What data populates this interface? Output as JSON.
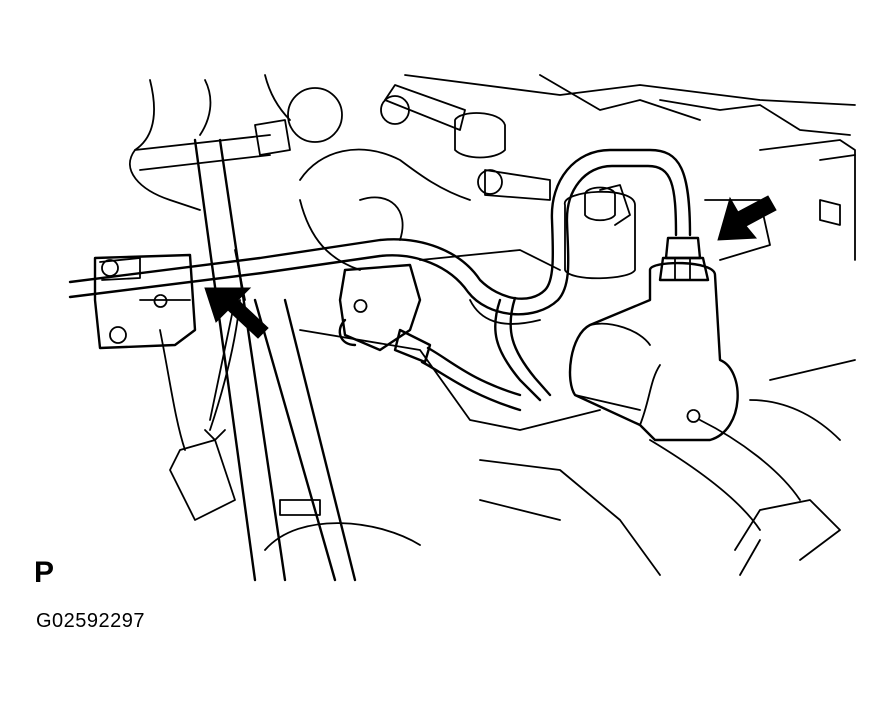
{
  "figure": {
    "view_letter": "P",
    "code": "G02592297",
    "callouts": [
      {
        "id": "left-arrow",
        "icon": "arrow-icon"
      },
      {
        "id": "right-arrow",
        "icon": "arrow-icon"
      }
    ]
  }
}
